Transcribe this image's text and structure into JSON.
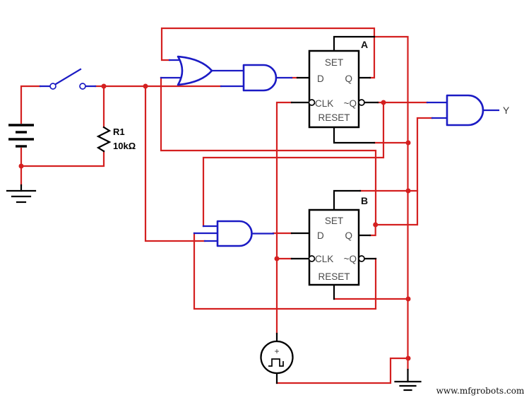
{
  "colors": {
    "wire": "#d42020",
    "gate": "#1b1bc4",
    "ink": "#000000",
    "pinlabel": "#4a4a4a",
    "designator": "#111111"
  },
  "components": {
    "resistor": {
      "ref": "R1",
      "value": "10kΩ"
    },
    "flipflop_a": {
      "designator": "A",
      "pins": {
        "set": "SET",
        "d": "D",
        "q": "Q",
        "clk": "CLK",
        "qn": "~Q",
        "reset": "RESET"
      }
    },
    "flipflop_b": {
      "designator": "B",
      "pins": {
        "set": "SET",
        "d": "D",
        "q": "Q",
        "clk": "CLK",
        "qn": "~Q",
        "reset": "RESET"
      }
    },
    "clock": {
      "plus": "+"
    },
    "output": {
      "label": "Y"
    }
  },
  "watermark": "www.mfgrobots.com"
}
